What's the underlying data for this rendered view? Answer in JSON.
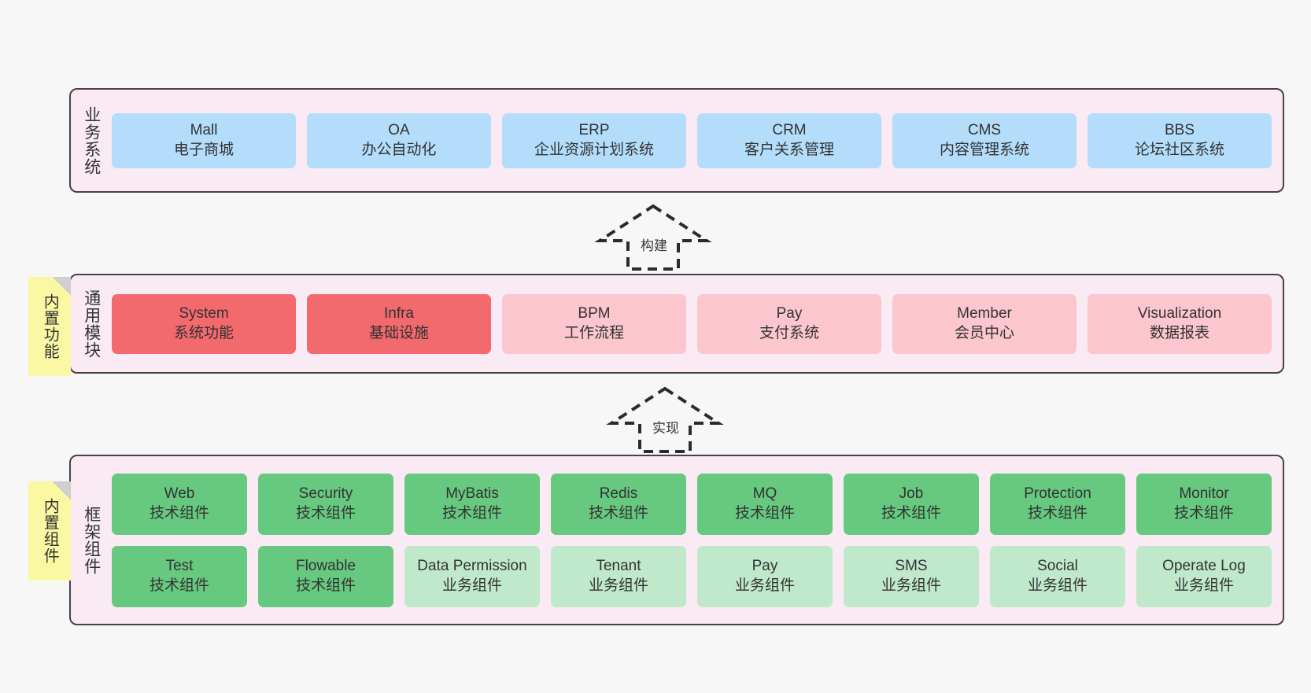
{
  "diagram": {
    "background_color": "#f7f7f7",
    "panel_color": "#f9eaf4",
    "panel_border_color": "#4a4048",
    "note_color": "#fbf8a3"
  },
  "notes": [
    {
      "id": "built-in-functions",
      "label": "内置功能"
    },
    {
      "id": "built-in-components",
      "label": "内置组件"
    }
  ],
  "arrows": [
    {
      "id": "build",
      "label": "构建",
      "style": "dashed-generalization",
      "direction": "up"
    },
    {
      "id": "implement",
      "label": "实现",
      "style": "dashed-generalization",
      "direction": "up"
    }
  ],
  "layers": [
    {
      "id": "business-system",
      "label": "业务系统",
      "color": "#b3ddfb",
      "rows": [
        {
          "cells": [
            {
              "name": "Mall",
              "desc": "电子商城",
              "color": "#b3ddfb"
            },
            {
              "name": "OA",
              "desc": "办公自动化",
              "color": "#b3ddfb"
            },
            {
              "name": "ERP",
              "desc": "企业资源计划系统",
              "color": "#b3ddfb"
            },
            {
              "name": "CRM",
              "desc": "客户关系管理",
              "color": "#b3ddfb"
            },
            {
              "name": "CMS",
              "desc": "内容管理系统",
              "color": "#b3ddfb"
            },
            {
              "name": "BBS",
              "desc": "论坛社区系统",
              "color": "#b3ddfb"
            }
          ]
        }
      ]
    },
    {
      "id": "common-modules",
      "label": "通用模块",
      "rows": [
        {
          "cells": [
            {
              "name": "System",
              "desc": "系统功能",
              "color": "#f2696e"
            },
            {
              "name": "Infra",
              "desc": "基础设施",
              "color": "#f2696e"
            },
            {
              "name": "BPM",
              "desc": "工作流程",
              "color": "#fbc6cd"
            },
            {
              "name": "Pay",
              "desc": "支付系统",
              "color": "#fbc6cd"
            },
            {
              "name": "Member",
              "desc": "会员中心",
              "color": "#fbc6cd"
            },
            {
              "name": "Visualization",
              "desc": "数据报表",
              "color": "#fbc6cd"
            }
          ]
        }
      ]
    },
    {
      "id": "framework-components",
      "label": "框架组件",
      "rows": [
        {
          "cells": [
            {
              "name": "Web",
              "desc": "技术组件",
              "color": "#66c97f"
            },
            {
              "name": "Security",
              "desc": "技术组件",
              "color": "#66c97f"
            },
            {
              "name": "MyBatis",
              "desc": "技术组件",
              "color": "#66c97f"
            },
            {
              "name": "Redis",
              "desc": "技术组件",
              "color": "#66c97f"
            },
            {
              "name": "MQ",
              "desc": "技术组件",
              "color": "#66c97f"
            },
            {
              "name": "Job",
              "desc": "技术组件",
              "color": "#66c97f"
            },
            {
              "name": "Protection",
              "desc": "技术组件",
              "color": "#66c97f"
            },
            {
              "name": "Monitor",
              "desc": "技术组件",
              "color": "#66c97f"
            }
          ]
        },
        {
          "cells": [
            {
              "name": "Test",
              "desc": "技术组件",
              "color": "#66c97f"
            },
            {
              "name": "Flowable",
              "desc": "技术组件",
              "color": "#66c97f"
            },
            {
              "name": "Data Permission",
              "desc": "业务组件",
              "color": "#c0e9cb",
              "wrap": true
            },
            {
              "name": "Tenant",
              "desc": "业务组件",
              "color": "#c0e9cb"
            },
            {
              "name": "Pay",
              "desc": "业务组件",
              "color": "#c0e9cb"
            },
            {
              "name": "SMS",
              "desc": "业务组件",
              "color": "#c0e9cb"
            },
            {
              "name": "Social",
              "desc": "业务组件",
              "color": "#c0e9cb"
            },
            {
              "name": "Operate Log",
              "desc": "业务组件",
              "color": "#c0e9cb"
            }
          ]
        }
      ]
    }
  ]
}
